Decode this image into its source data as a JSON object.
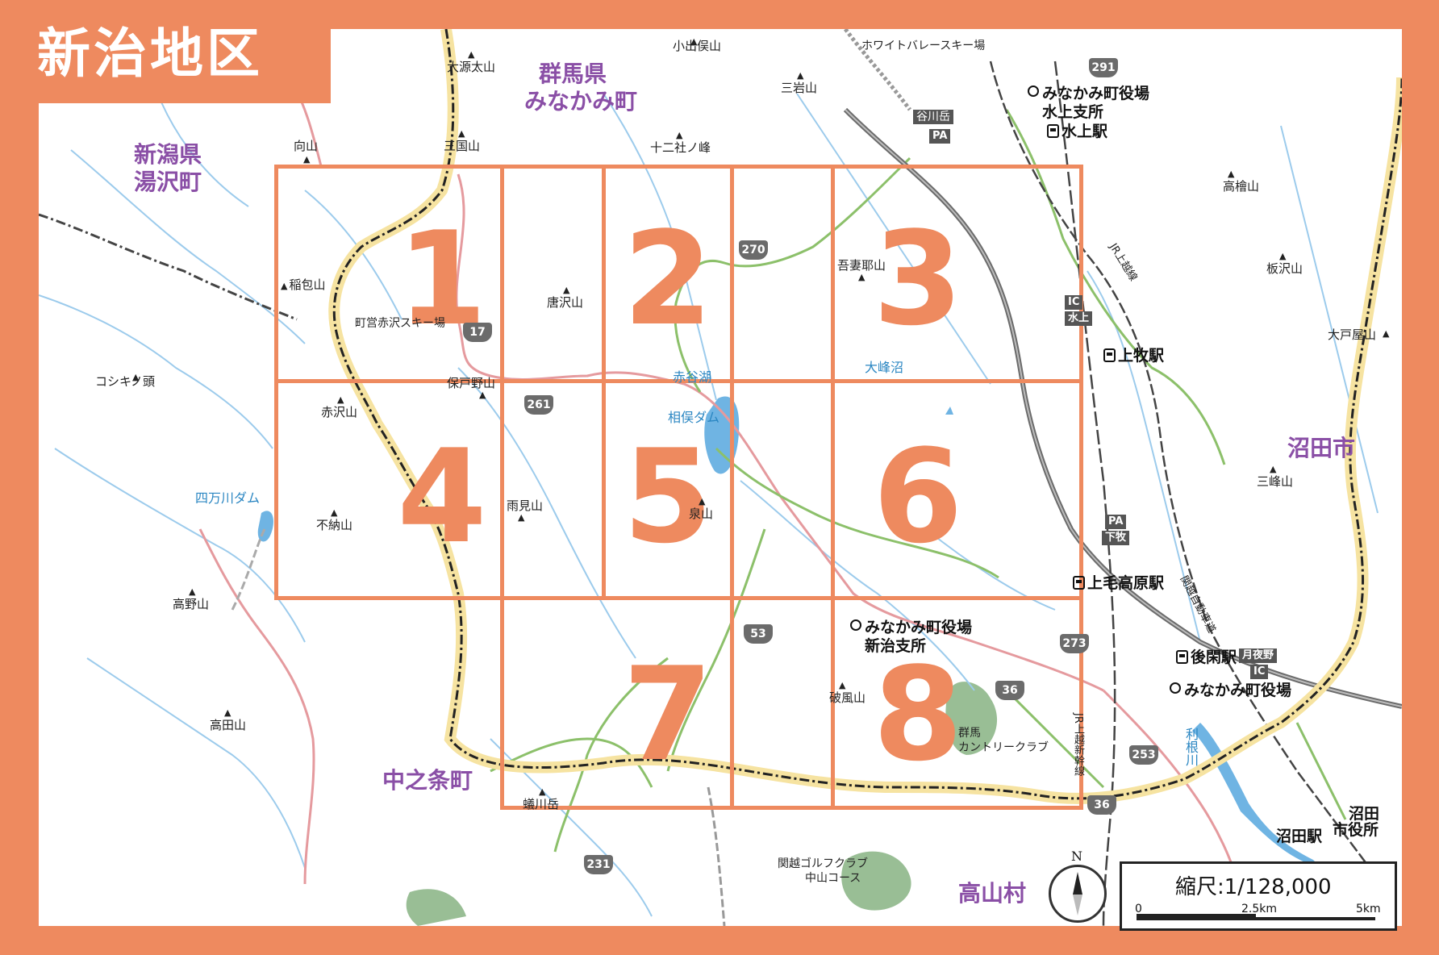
{
  "title": "新治地区",
  "grid_numbers": [
    "1",
    "2",
    "3",
    "4",
    "5",
    "6",
    "7",
    "8"
  ],
  "municipalities": {
    "gunma": "群馬県",
    "minakami": "みなかみ町",
    "niigata": "新潟県",
    "yuzawa": "湯沢町",
    "numata": "沼田市",
    "nakanojo": "中之条町",
    "takayama": "高山村"
  },
  "peaks": {
    "taigenta": "大源太山",
    "koide": "小出俣山",
    "sanga": "三岩山",
    "mikuni": "三国山",
    "mukai": "向山",
    "juunisha": "十二社ノ峰",
    "takahinoki": "高檜山",
    "itazawa": "板沢山",
    "inatsutsumi": "稲包山",
    "karasawa": "唐沢山",
    "azumaya": "吾妻耶山",
    "oodoya": "大戸屋山",
    "koshikinokashira": "コシキノ頭",
    "hotono": "保戸野山",
    "akazawa": "赤沢山",
    "mitsumine": "三峰山",
    "amami": "雨見山",
    "izumi": "泉山",
    "funou": "不納山",
    "takano": "高野山",
    "hafu": "破風山",
    "takata": "高田山",
    "tsubakawa": "蟻川岳",
    "tanigawa": "谷川岳"
  },
  "water": {
    "akaya": "赤谷湖",
    "aimata": "相俣ダム",
    "oominezu": "大峰沼",
    "shima": "四万川ダム",
    "tone": "利根川"
  },
  "places": {
    "ski_akazawa": "町営赤沢スキー場",
    "ski_white": "ホワイトバレースキー場",
    "office_minakami_top1": "みなかみ町役場",
    "office_minakami_top2": "水上支所",
    "office_niiharu1": "みなかみ町役場",
    "office_niiharu2": "新治支所",
    "office_main": "みなかみ町役場",
    "numata_office1": "沼田",
    "numata_office2": "市役所",
    "golf_gunma1": "群馬",
    "golf_gunma2": "カントリークラブ",
    "golf_kanetsu1": "関越ゴルフクラブ",
    "golf_kanetsu2": "中山コース"
  },
  "stations": {
    "minakami": "水上駅",
    "kamimoku": "上牧駅",
    "jomokogen": "上毛高原駅",
    "gokan": "後閑駅",
    "numata": "沼田駅"
  },
  "rail_labels": {
    "joetsu": "JR上越線",
    "shinkansen": "JR上越新幹線",
    "expressway": "関越自動車道"
  },
  "routes": [
    "291",
    "270",
    "17",
    "261",
    "53",
    "273",
    "36",
    "253",
    "231",
    "36"
  ],
  "ic_pa": {
    "pa_tanigawa": "PA",
    "ic_minakami": "IC",
    "ic_minakami_name": "水上",
    "pa_shimomaki": "PA",
    "pa_shimomaki_name": "下牧",
    "ic_tsukiyono": "月夜野",
    "ic_tsukiyono_ic": "IC"
  },
  "scale": {
    "label": "縮尺:1/128,000",
    "ticks": [
      "0",
      "2.5km",
      "5km"
    ]
  },
  "compass": {
    "north": "N"
  },
  "colors": {
    "frame": "#ee8a5f",
    "boundary_highlight": "#f6e3a1",
    "river": "#8fc3e6",
    "road": "#e59a9e",
    "minor_road": "#8cc06a",
    "expressway": "#6b6b6b",
    "municipality_text": "#8a4fa6",
    "water_text": "#2a86c2"
  }
}
